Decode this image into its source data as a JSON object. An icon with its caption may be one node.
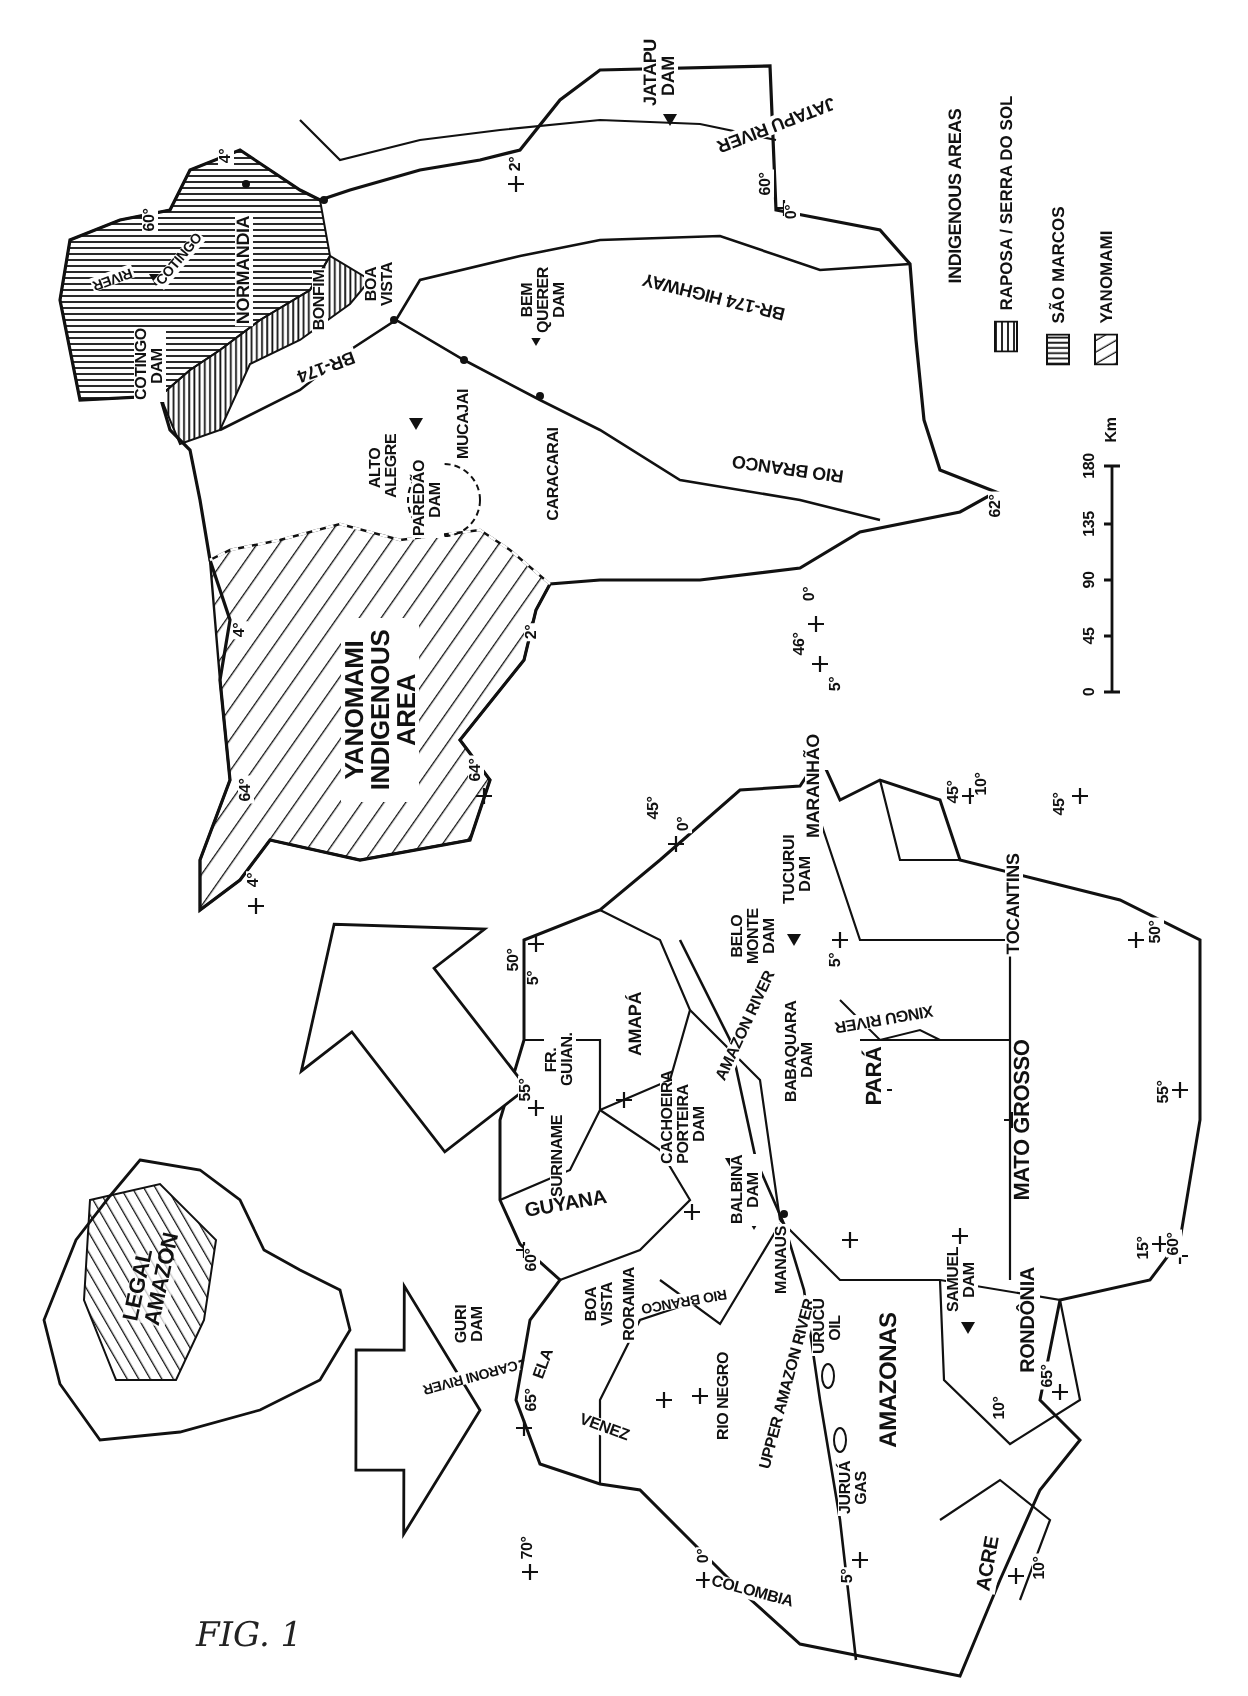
{
  "diagram": {
    "caption": "FIG. 1",
    "nodes": [
      {
        "text": [
          "LEGAL AMAZON"
        ]
      },
      {
        "text": [],
        "shape": "picture"
      },
      {
        "text": [],
        "shape": "picture"
      }
    ],
    "edges": [
      {
        "from": 0,
        "to": 1,
        "arrow": "to"
      },
      {
        "from": 1,
        "to": 2,
        "arrow": "to"
      }
    ],
    "labels": [
      "JATAPU DAM",
      "JATAPU RIVER",
      "2°",
      "60°",
      "0°",
      "BEM QUERER DAM",
      "BR-174 HIGHWAY",
      "INDIGENOUS AREAS",
      "RIO BRANCO",
      "62°",
      "0",
      "45",
      "90",
      "135",
      "180",
      "Km",
      "0°",
      "46°",
      "5°",
      "4°",
      "60°",
      "RIVER",
      "COTINGO",
      "COTINGO DAM",
      "NORMANDIA",
      "BONFIM",
      "BOA VISTA",
      "BR-174",
      "ALTO ALEGRE",
      "PAREDÃO DAM",
      "MUCAJAI",
      "CARACARAI",
      "YANOMAMI INDIGENOUS AREA",
      "4°",
      "64°",
      "64°",
      "2°",
      "4°",
      "MARANHÃO",
      "45°",
      "0°",
      "45°",
      "10°",
      "45°",
      "50°",
      "5°",
      "TUCURUI DAM",
      "BELO MONTE DAM",
      "5°",
      "TOCANTINS",
      "50°",
      "AMAPÁ",
      "FR. GUIAN.",
      "AMAZON RIVER",
      "XINGU RIVER",
      "55°",
      "CACHOEIRA PORTEIRA DAM",
      "BABAQUARA DAM",
      "PARÁ",
      "MATO GROSSO",
      "55°",
      "SURINAME",
      "GUYANA",
      "60°",
      "BALBINA DAM",
      "MANAUS",
      "GURI DAM",
      "CARONI RIVER",
      "ELA",
      "VENEZ",
      "65°",
      "BOA VISTA",
      "RORAIMA",
      "RIO BRANCO",
      "RIO NEGRO",
      "UPPER AMAZON RIVER",
      "URUCU OIL",
      "AMAZONAS",
      "JURUÁ GAS",
      "SAMUEL DAM",
      "RONDÔNIA",
      "65°",
      "10°",
      "15°",
      "60°",
      "70°",
      "0°",
      "COLOMBIA",
      "5°",
      "ACRE",
      "10°"
    ],
    "legend": [
      {
        "text": "RAPOSA / SERRA DO SOL"
      },
      {
        "text": "SÃO MARCOS"
      },
      {
        "text": "YANOMAMI"
      }
    ]
  }
}
